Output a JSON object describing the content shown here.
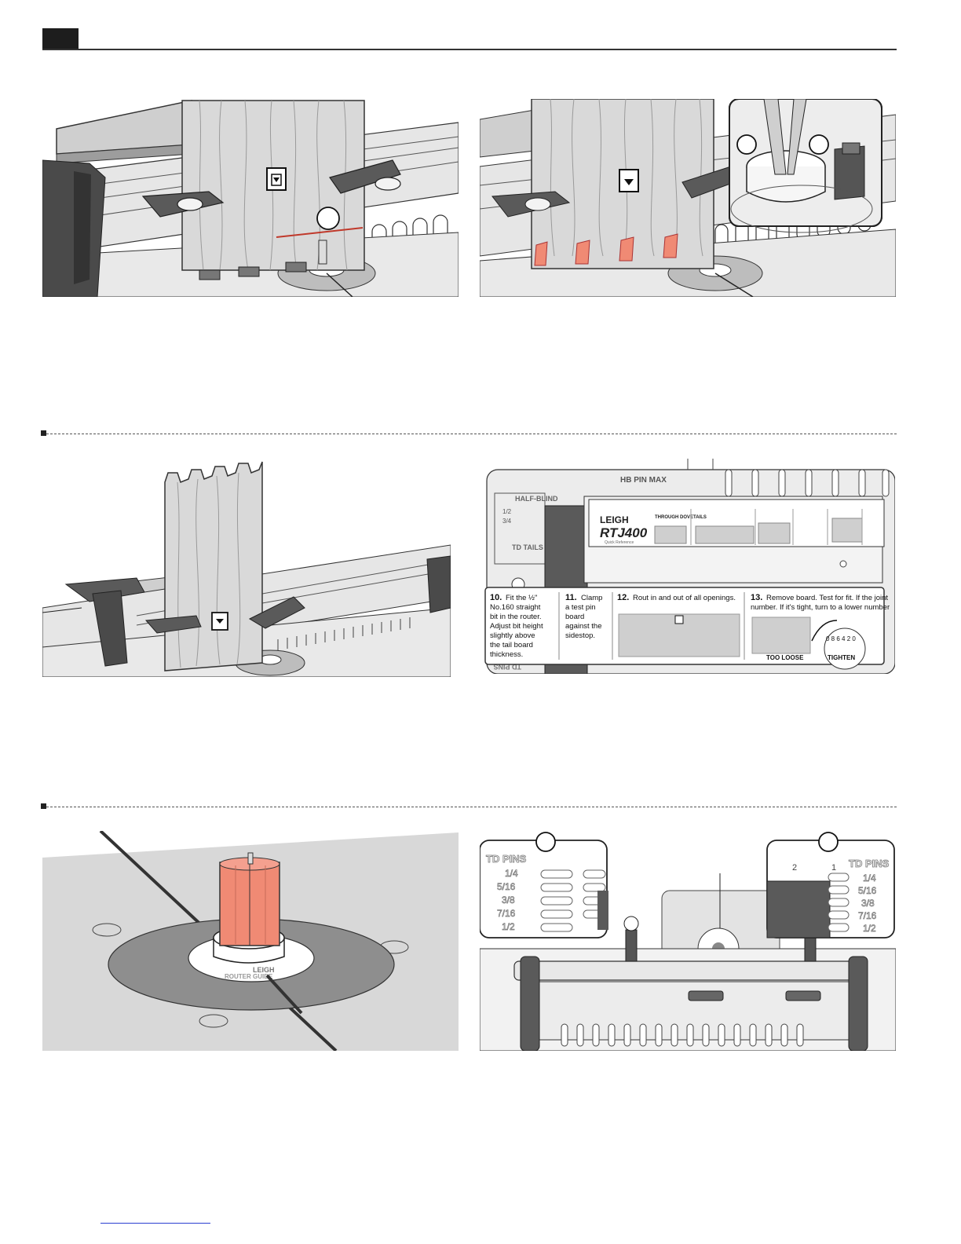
{
  "header": {
    "page_tab_color": "#1d1d1d"
  },
  "accent_color": "#f08a74",
  "panel4": {
    "scale_top": "HB PIN MAX",
    "scale_half_blind": "HALF-BLIND",
    "scale_half": "1/2",
    "scale_three_quarter": "3/4",
    "scale_td_tails": "TD TAILS",
    "scale_td_pins_bottom": "TD PINS",
    "card_brand": "LEIGH",
    "card_model": "RTJ400",
    "card_subtitle": "Quick Reference",
    "card_section": "THROUGH DOVETAILS",
    "step10_num": "10.",
    "step10_lines": [
      "Fit the ½\"",
      "No.160 straight",
      "bit in the router.",
      "Adjust bit height",
      "slightly above",
      "the tail board",
      "thickness."
    ],
    "step11_num": "11.",
    "step11_lines": [
      "Clamp",
      "a test pin",
      "board",
      "against the",
      "sidestop."
    ],
    "step12_num": "12.",
    "step12_text": "Rout in and out of all openings.",
    "step13_num": "13.",
    "step13_line1": "Remove board. Test for fit. If the joint",
    "step13_line2": "number. If it's tight, turn to a lower number",
    "too_loose": "TOO LOOSE",
    "tighten": "TIGHTEN",
    "dial_numbers": "0 8 6 4 2 0"
  },
  "panel5": {
    "guide_brand": "LEIGH",
    "guide_text": "ROUTER GUIDE"
  },
  "panel6": {
    "left_title": "TD PINS",
    "right_title": "TD PINS",
    "sizes": [
      "1/4",
      "5/16",
      "3/8",
      "7/16",
      "1/2"
    ],
    "col_1": "1",
    "col_2": "2"
  }
}
